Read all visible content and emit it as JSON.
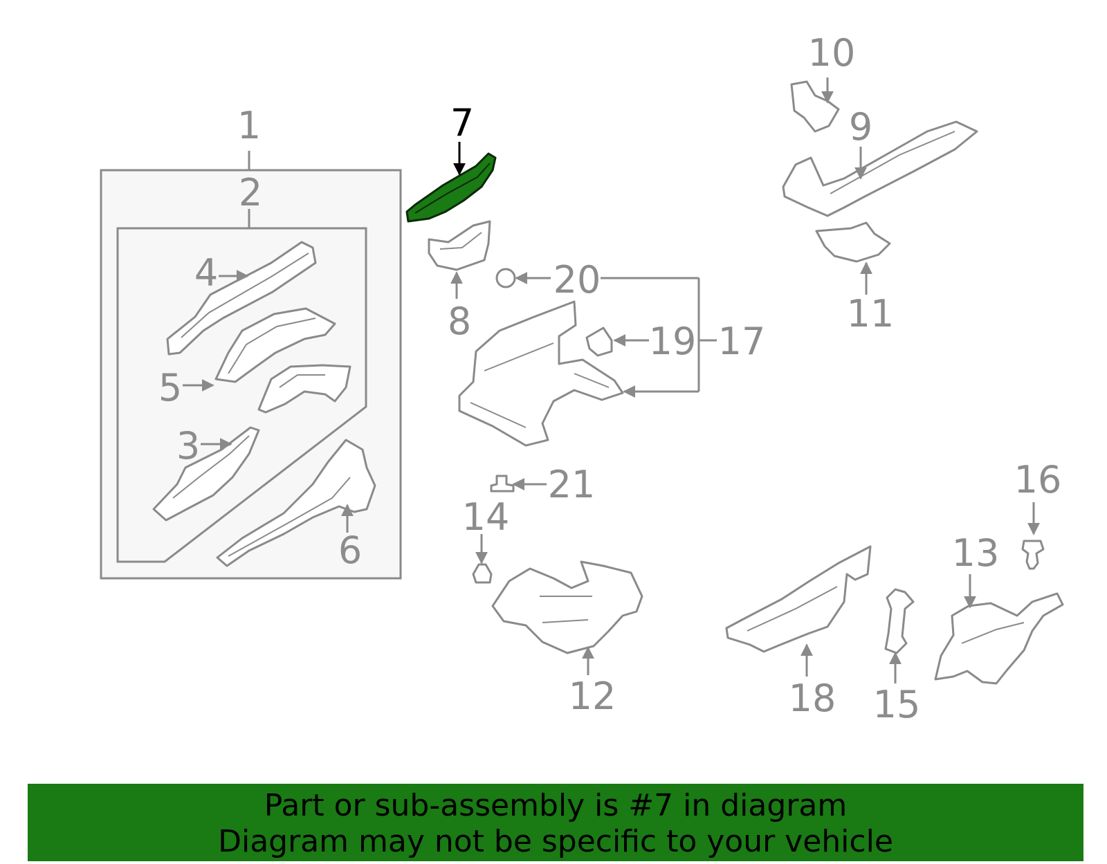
{
  "diagram": {
    "highlighted_part": "7",
    "highlight_color": "#1a7a14",
    "callouts": [
      "1",
      "2",
      "3",
      "4",
      "5",
      "6",
      "7",
      "8",
      "9",
      "10",
      "11",
      "12",
      "13",
      "14",
      "15",
      "16",
      "17",
      "18",
      "19",
      "20",
      "21"
    ]
  },
  "banner": {
    "line1": "Part or sub-assembly is #7 in diagram",
    "line2": "Diagram may not be specific to your vehicle",
    "background": "#1a7a14"
  }
}
